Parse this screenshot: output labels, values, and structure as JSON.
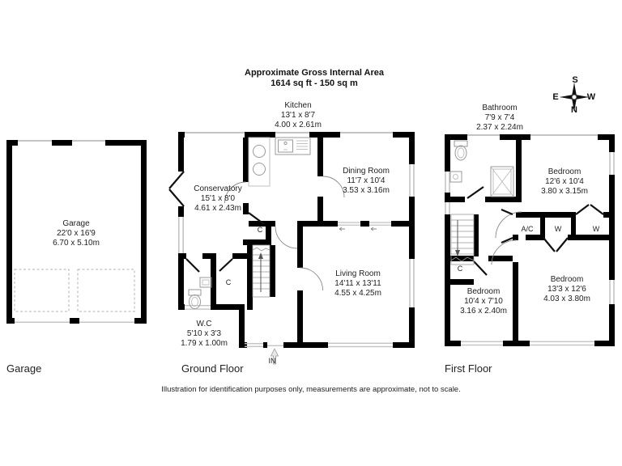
{
  "title": {
    "line1": "Approximate Gross Internal Area",
    "line2": "1614 sq ft - 150 sq m"
  },
  "compass": {
    "n": "N",
    "s": "S",
    "e": "E",
    "w": "W"
  },
  "floor_labels": {
    "garage": "Garage",
    "ground": "Ground Floor",
    "first": "First Floor"
  },
  "entrance_label": "IN",
  "closet_labels": {
    "closet": "C",
    "airing_cupboard": "A/C",
    "wardrobe": "W"
  },
  "rooms": {
    "garage": {
      "name": "Garage",
      "imperial": "22'0 x 16'9",
      "metric": "6.70 x 5.10m"
    },
    "kitchen": {
      "name": "Kitchen",
      "imperial": "13'1 x 8'7",
      "metric": "4.00 x 2.61m"
    },
    "conservatory": {
      "name": "Conservatory",
      "imperial": "15'1 x 8'0",
      "metric": "4.61 x 2.43m"
    },
    "dining_room": {
      "name": "Dining Room",
      "imperial": "11'7 x 10'4",
      "metric": "3.53 x 3.16m"
    },
    "living_room": {
      "name": "Living Room",
      "imperial": "14'11 x 13'11",
      "metric": "4.55 x 4.25m"
    },
    "wc": {
      "name": "W.C",
      "imperial": "5'10 x 3'3",
      "metric": "1.79 x 1.00m"
    },
    "bathroom": {
      "name": "Bathroom",
      "imperial": "7'9 x 7'4",
      "metric": "2.37 x 2.24m"
    },
    "bedroom_1": {
      "name": "Bedroom",
      "imperial": "12'6 x 10'4",
      "metric": "3.80 x 3.15m"
    },
    "bedroom_2": {
      "name": "Bedroom",
      "imperial": "13'3 x 12'6",
      "metric": "4.03 x 3.80m"
    },
    "bedroom_3": {
      "name": "Bedroom",
      "imperial": "10'4 x 7'10",
      "metric": "3.16 x 2.40m"
    }
  },
  "disclaimer": "Illustration for identification purposes only, measurements are approximate, not to scale.",
  "colors": {
    "wall": "#000000",
    "window": "#c4c4c4",
    "background": "#ffffff"
  }
}
